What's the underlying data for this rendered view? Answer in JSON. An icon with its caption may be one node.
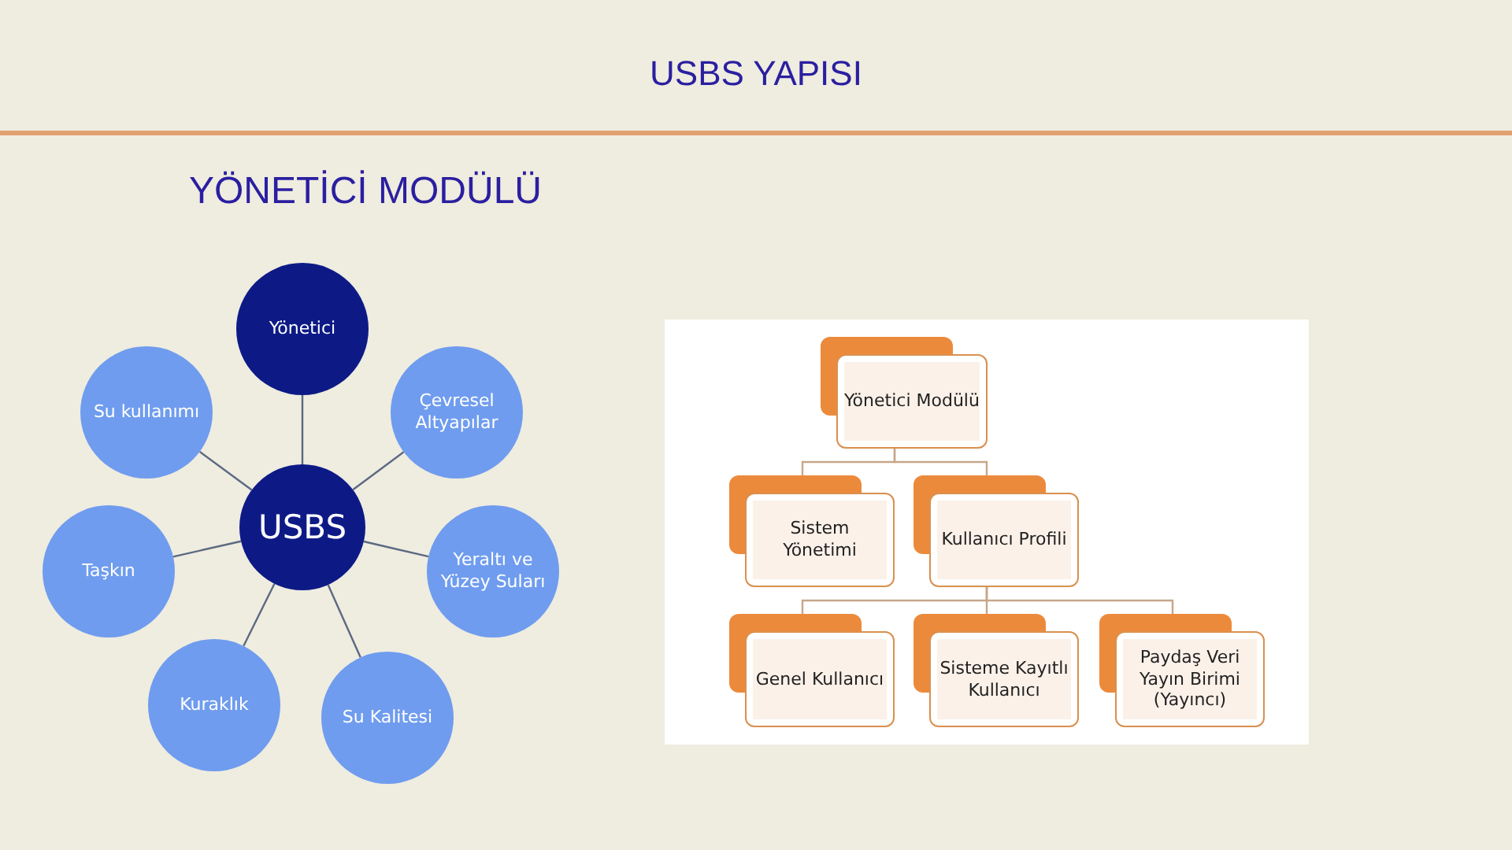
{
  "diagram": {
    "title": "USBS YAPISI",
    "nodes": [
      {
        "text": [
          "Yönetici"
        ]
      },
      {
        "text": [
          "Su kullanımı"
        ]
      },
      {
        "text": [
          "Çevresel Altyapılar"
        ]
      },
      {
        "text": [
          "USBS"
        ]
      },
      {
        "text": [
          "Taşkın"
        ]
      },
      {
        "text": [
          "Yeraltı ve Yüzey Suları"
        ]
      },
      {
        "text": [
          "Kuraklık"
        ]
      },
      {
        "text": [
          "Su Kalitesi"
        ]
      },
      {
        "text": [
          "Yönetici Modülü"
        ]
      },
      {
        "text": [
          "Sistem Yönetimi"
        ]
      },
      {
        "text": [
          "Kullanıcı Profili"
        ]
      },
      {
        "text": [
          "Genel Kullanıcı"
        ]
      },
      {
        "text": [
          "Sisteme Kayıtlı Kullanıcı"
        ]
      },
      {
        "text": [
          "Paydaş Veri Yayın Birimi (Yayıncı)"
        ]
      }
    ],
    "edges": [
      {
        "from": 3,
        "to": 0,
        "arrow": "none"
      },
      {
        "from": 3,
        "to": 1,
        "arrow": "none"
      },
      {
        "from": 3,
        "to": 2,
        "arrow": "none"
      },
      {
        "from": 3,
        "to": 4,
        "arrow": "none"
      },
      {
        "from": 3,
        "to": 5,
        "arrow": "none"
      },
      {
        "from": 3,
        "to": 6,
        "arrow": "none"
      },
      {
        "from": 3,
        "to": 7,
        "arrow": "none"
      },
      {
        "from": 8,
        "to": 9,
        "arrow": "none",
        "color": "#c8a68a"
      },
      {
        "from": 8,
        "to": 10,
        "arrow": "none",
        "color": "#c8a68a"
      },
      {
        "from": 10,
        "to": 11,
        "arrow": "none",
        "color": "#c8a68a"
      },
      {
        "from": 10,
        "to": 12,
        "arrow": "none",
        "color": "#c8a68a"
      },
      {
        "from": 10,
        "to": 13,
        "arrow": "none",
        "color": "#c8a68a"
      }
    ],
    "labels": [
      "YÖNETİCİ MODÜLÜ"
    ]
  }
}
